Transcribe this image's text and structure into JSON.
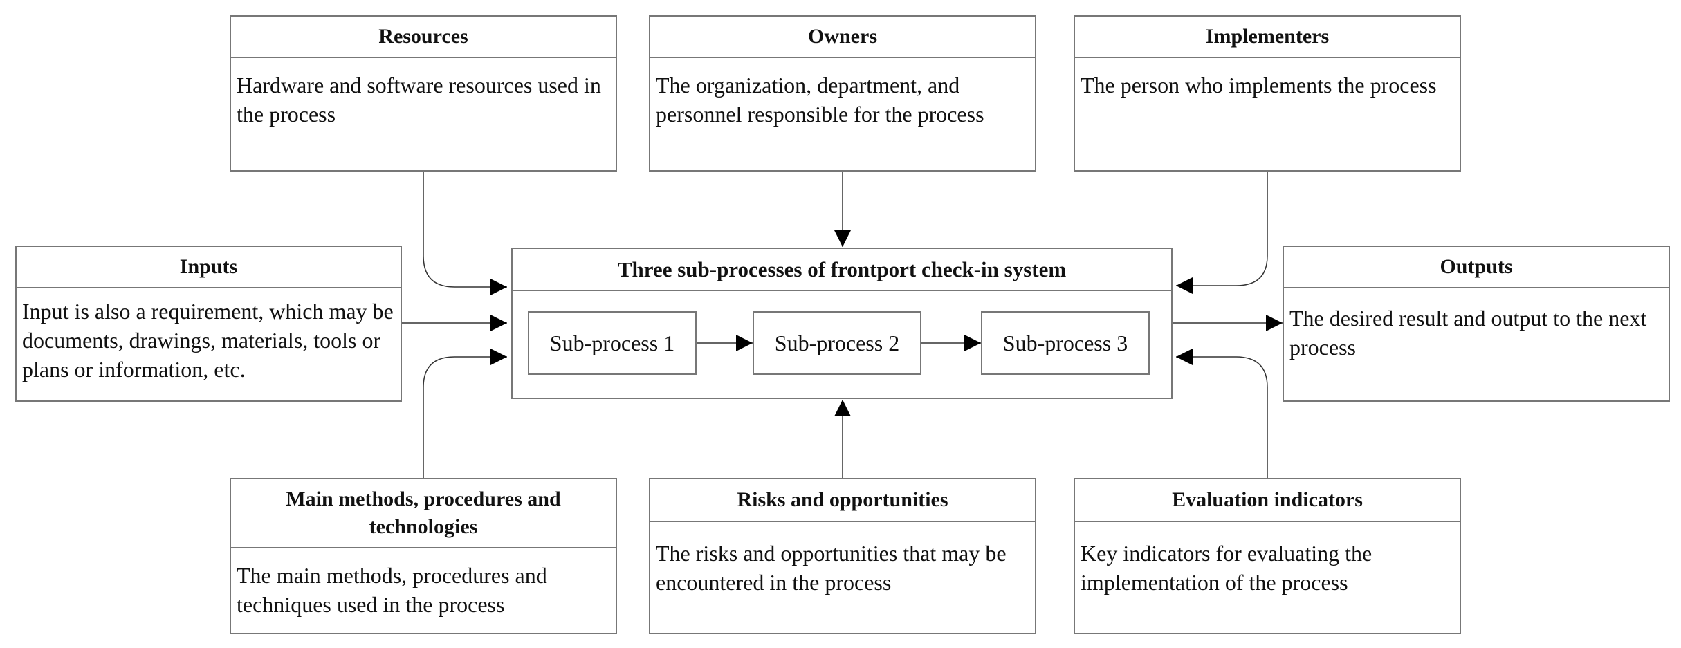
{
  "resources": {
    "title": "Resources",
    "desc": "Hardware and software resources used in the process"
  },
  "owners": {
    "title": "Owners",
    "desc": "The organization, department, and personnel responsible for the process"
  },
  "implementers": {
    "title": "Implementers",
    "desc": "The person who implements the process"
  },
  "inputs": {
    "title": "Inputs",
    "desc": "Input is also a requirement, which may be documents, drawings, materials, tools or plans or information, etc."
  },
  "outputs": {
    "title": "Outputs",
    "desc": "The desired result and output to the next process"
  },
  "methods": {
    "title": "Main methods, procedures and technologies",
    "desc": "The main methods, procedures and techniques used in the process"
  },
  "risks": {
    "title": "Risks and opportunities",
    "desc": "The risks and opportunities that may be encountered in the process"
  },
  "evaluation": {
    "title": "Evaluation indicators",
    "desc": "Key indicators for evaluating the implementation of the process"
  },
  "center": {
    "title": "Three sub-processes of frontport check-in system",
    "subprocesses": [
      "Sub-process 1",
      "Sub-process 2",
      "Sub-process 3"
    ]
  }
}
